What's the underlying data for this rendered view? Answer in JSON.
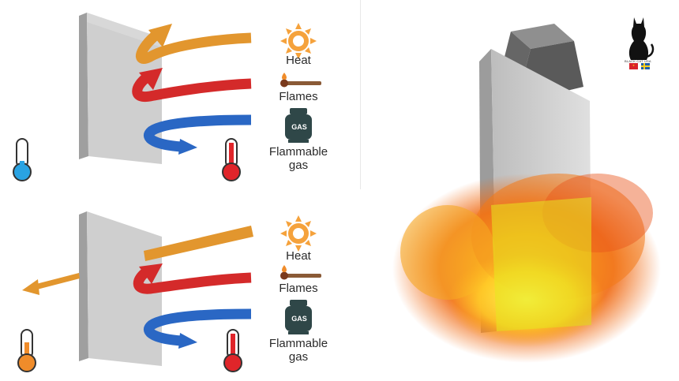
{
  "top_panel": {
    "labels": {
      "heat": "Heat",
      "flames": "Flames",
      "gas_line1": "Flammable",
      "gas_line2": "gas"
    },
    "icons": [
      "sun-icon",
      "match-icon",
      "gas-cylinder-icon",
      "cold-thermometer-icon",
      "hot-thermometer-icon"
    ]
  },
  "bottom_panel": {
    "labels": {
      "heat": "Heat",
      "flames": "Flames",
      "gas_line1": "Flammable",
      "gas_line2": "gas"
    },
    "icons": [
      "sun-icon",
      "match-icon",
      "gas-cylinder-icon",
      "warm-thermometer-icon",
      "hot-thermometer-icon"
    ]
  },
  "gas_cylinder_text": "GAS",
  "logo": {
    "caption": "BLACK CAT USA"
  },
  "colors": {
    "heat_arrow": "#e2962e",
    "flame_arrow": "#d42a2a",
    "gas_arrow": "#2a67c4",
    "wall": "#c9c9c9",
    "sun": "#f5a23c",
    "cylinder": "#2f4748",
    "cold": "#29a3e3",
    "warm": "#f08c2a",
    "hot": "#e0252a"
  }
}
